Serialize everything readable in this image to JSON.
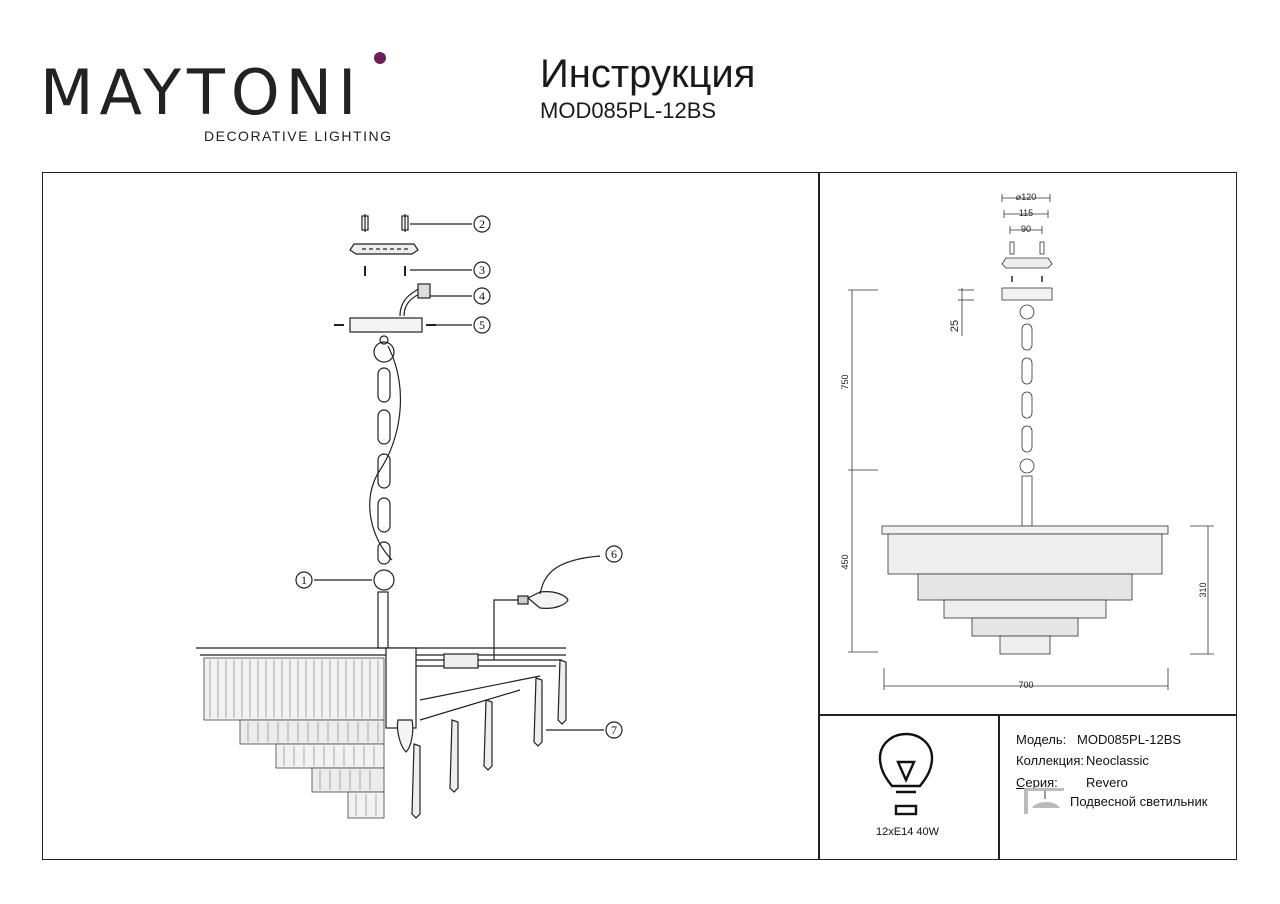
{
  "header": {
    "brand": "MAYTONI",
    "brand_tagline": "DECORATIVE LIGHTING",
    "title": "Инструкция",
    "model_code": "MOD085PL-12BS"
  },
  "callouts": [
    "1",
    "2",
    "3",
    "4",
    "5",
    "6",
    "7"
  ],
  "dimensions": {
    "d120": "⌀120",
    "d115": "115",
    "d90": "90",
    "h25": "25",
    "h750": "750",
    "h450": "450",
    "h310": "310",
    "w700": "700"
  },
  "bulb": {
    "icon": "bulb-icon",
    "spec": "12xE14 40W"
  },
  "info": {
    "model_label": "Модель:",
    "model_value": "MOD085PL-12BS",
    "collection_label": "Коллекция:",
    "collection_value": "Neoclassic",
    "series_label": "Серия:",
    "series_value": "Revero",
    "type_icon": "pendant-lamp-icon",
    "type_value": "Подвесной светильник"
  }
}
